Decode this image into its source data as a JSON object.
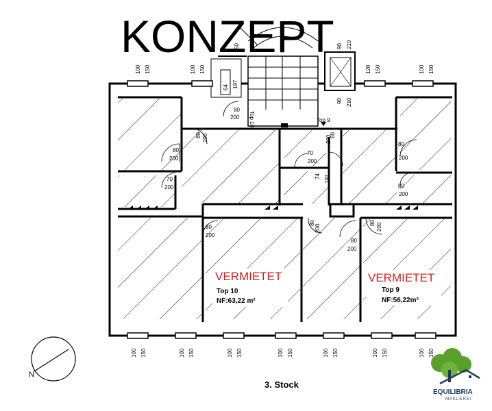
{
  "title": "KONZEPT",
  "floor_label": "3. Stock",
  "units": [
    {
      "status": "VERMIETET",
      "name": "Top 10",
      "area": "NF:63,22 m²"
    },
    {
      "status": "VERMIETET",
      "name": "Top 9",
      "area": "NF:56,22m²"
    }
  ],
  "labels": {
    "top10_door": "Top 10",
    "top9_door": "Top 9",
    "d80": "80",
    "d200": "200",
    "d70": "70",
    "d74": "74",
    "d197": "197",
    "d64": "64",
    "d100": "100",
    "d150": "150",
    "d90": "90",
    "d210": "210",
    "d120": "120",
    "d50": "50"
  },
  "brand": {
    "name": "EQUILIBRIA",
    "sub": "MAKLEREI",
    "green": "#5aa02c",
    "navy": "#1f3b5c"
  },
  "colors": {
    "accent_red": "#d41c1c"
  }
}
